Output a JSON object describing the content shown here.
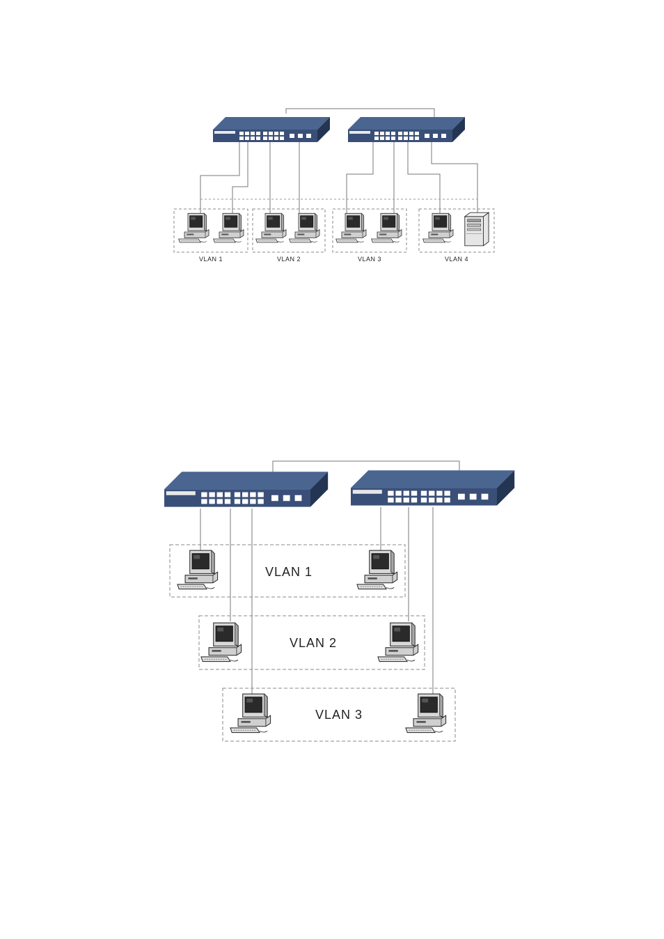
{
  "figure_top": {
    "vlans": [
      {
        "label": "VLAN 1"
      },
      {
        "label": "VLAN 2"
      },
      {
        "label": "VLAN 3"
      },
      {
        "label": "VLAN 4"
      }
    ]
  },
  "figure_bottom": {
    "vlans": [
      {
        "label": "VLAN 1"
      },
      {
        "label": "VLAN 2"
      },
      {
        "label": "VLAN 3"
      }
    ]
  },
  "colors": {
    "switch_top": "#3e5680",
    "switch_front": "#3a4f78",
    "switch_side": "#243553",
    "cable": "#777777",
    "group_border": "#888888"
  },
  "icons": [
    "network-switch-icon",
    "desktop-computer-icon",
    "tower-server-icon"
  ]
}
